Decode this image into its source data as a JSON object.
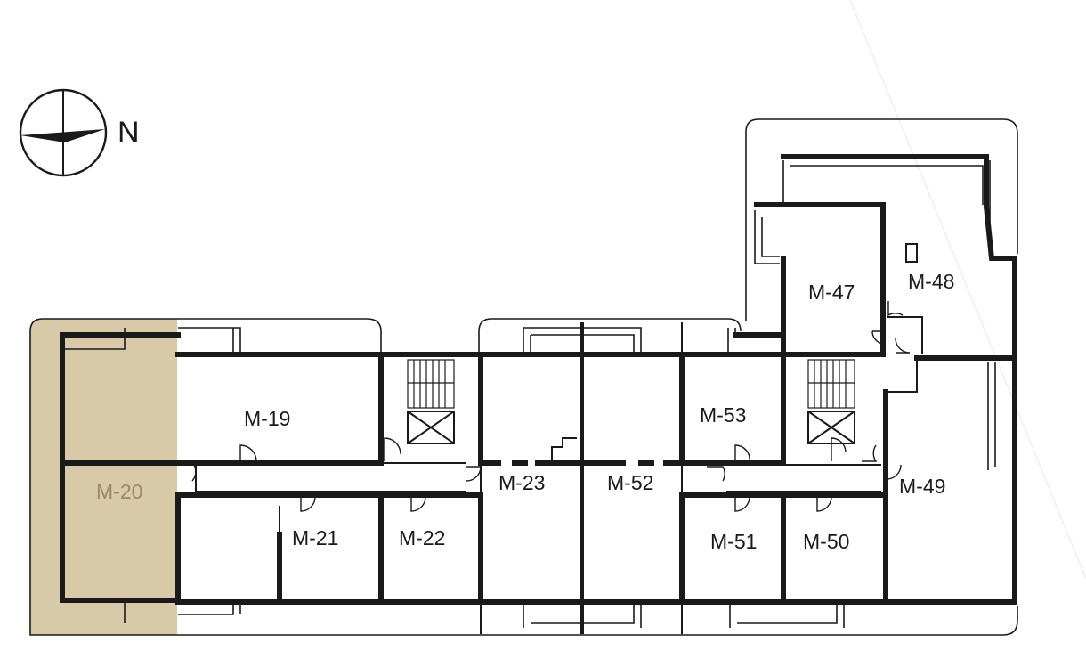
{
  "compass": {
    "letter": "N",
    "icon": "compass-icon"
  },
  "selected_unit": "M-20",
  "colors": {
    "selected_fill": "#d8c9a8",
    "selected_label": "#9a8866",
    "wall": "#1a1a1a"
  },
  "units": [
    {
      "id": "M-19",
      "label": "M-19"
    },
    {
      "id": "M-20",
      "label": "M-20"
    },
    {
      "id": "M-21",
      "label": "M-21"
    },
    {
      "id": "M-22",
      "label": "M-22"
    },
    {
      "id": "M-23",
      "label": "M-23"
    },
    {
      "id": "M-52",
      "label": "M-52"
    },
    {
      "id": "M-53",
      "label": "M-53"
    },
    {
      "id": "M-51",
      "label": "M-51"
    },
    {
      "id": "M-50",
      "label": "M-50"
    },
    {
      "id": "M-49",
      "label": "M-49"
    },
    {
      "id": "M-47",
      "label": "M-47"
    },
    {
      "id": "M-48",
      "label": "M-48"
    }
  ]
}
